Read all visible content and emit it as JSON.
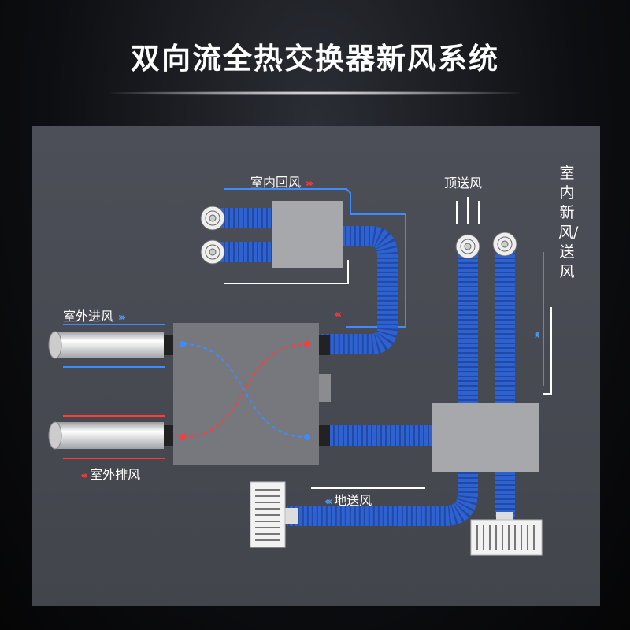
{
  "title": "双向流全热交换器新风系统",
  "labels": {
    "indoor_return": "室内回风",
    "top_supply": "顶送风",
    "indoor_fresh": "室内新风/送风",
    "outdoor_intake": "室外进风",
    "outdoor_exhaust": "室外排风",
    "floor_supply": "地送风"
  },
  "arrows": {
    "right": "›››",
    "left": "‹‹‹",
    "up": "︿︿"
  },
  "colors": {
    "hose": "#2f62cf",
    "red": "#ff3b3b",
    "blue": "#3d8cff",
    "panel": "#4a4c55"
  }
}
